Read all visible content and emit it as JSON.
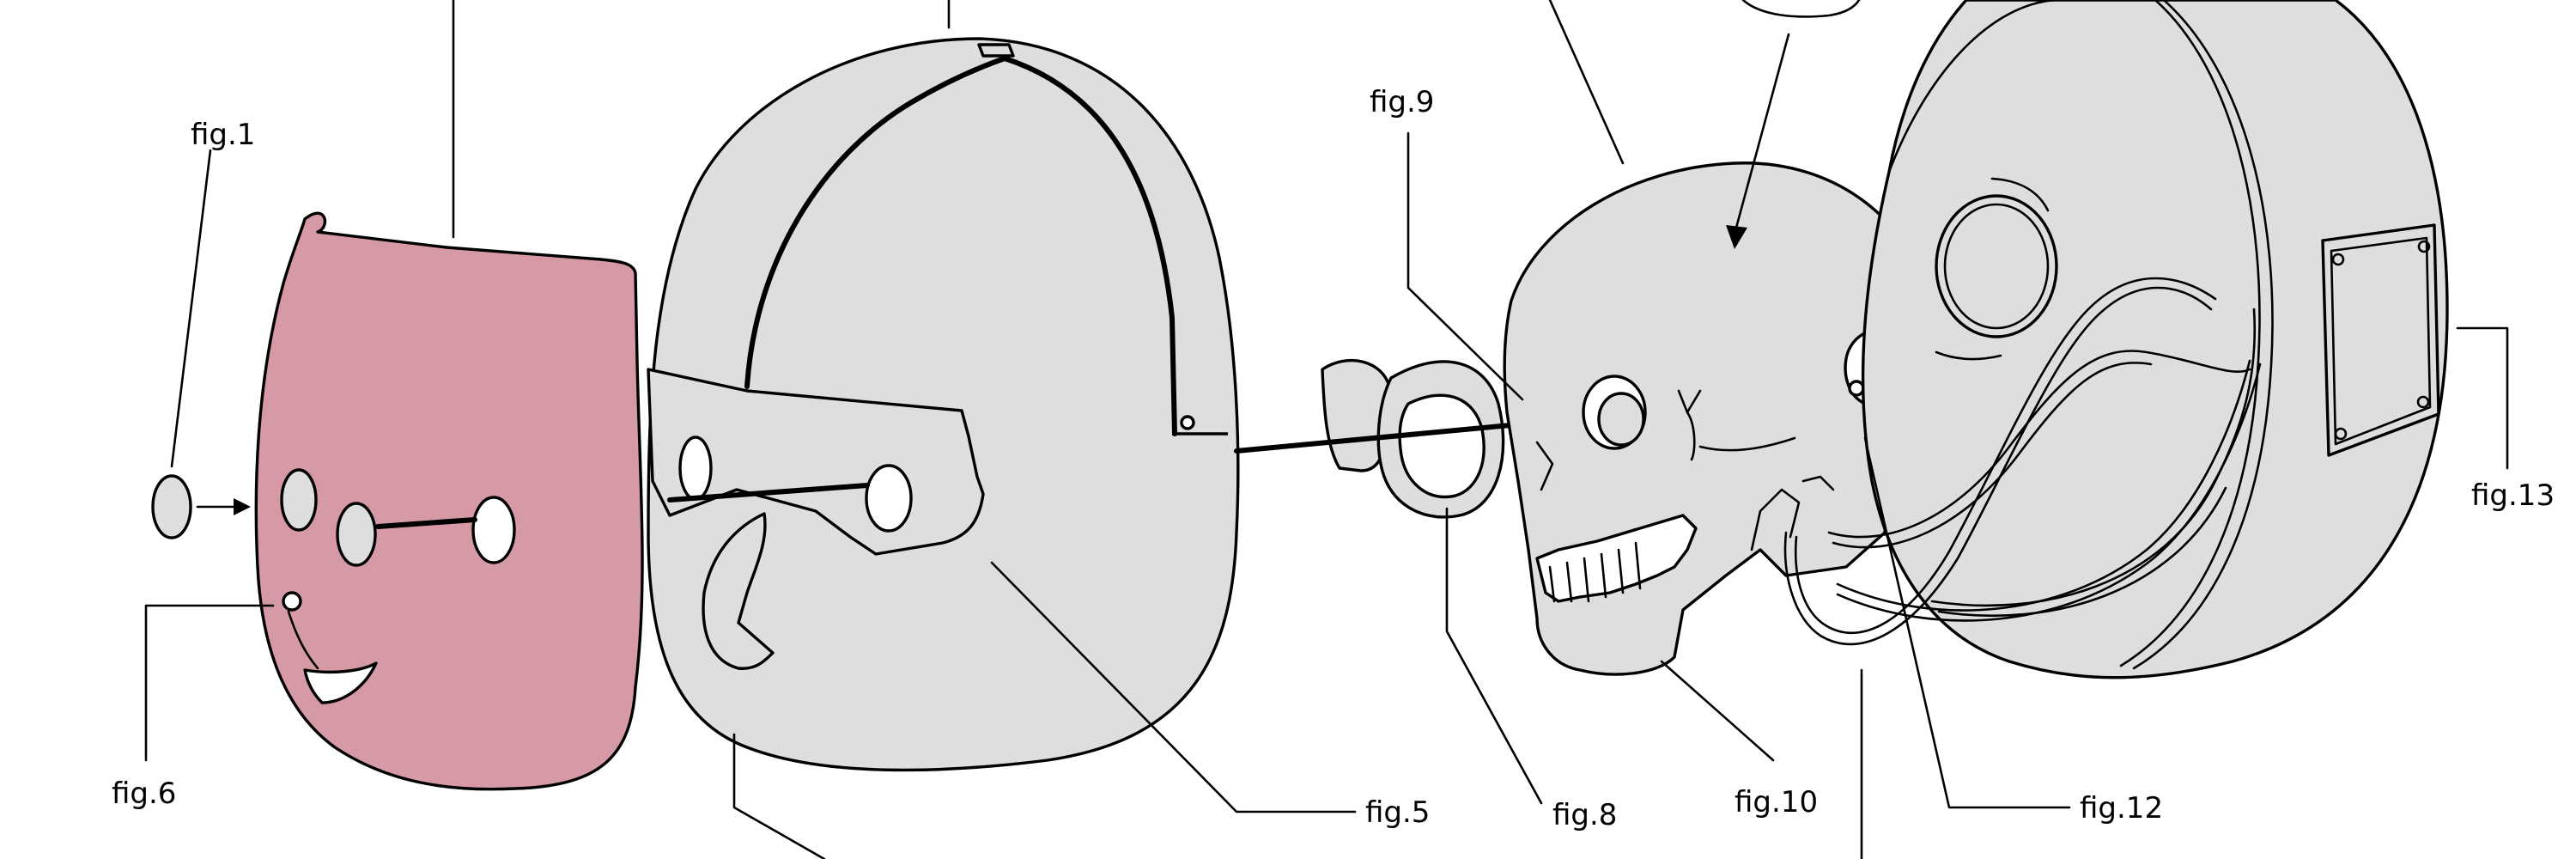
{
  "labels": {
    "fig1": "fig.1",
    "fig5": "fig.5",
    "fig6": "fig.6",
    "fig8": "fig.8",
    "fig9": "fig.9",
    "fig10": "fig.10",
    "fig12": "fig.12",
    "fig13": "fig.13"
  },
  "colors": {
    "skin": "#d69aa6",
    "shell": "#dedede",
    "line": "#000000",
    "background": "#ffffff"
  }
}
